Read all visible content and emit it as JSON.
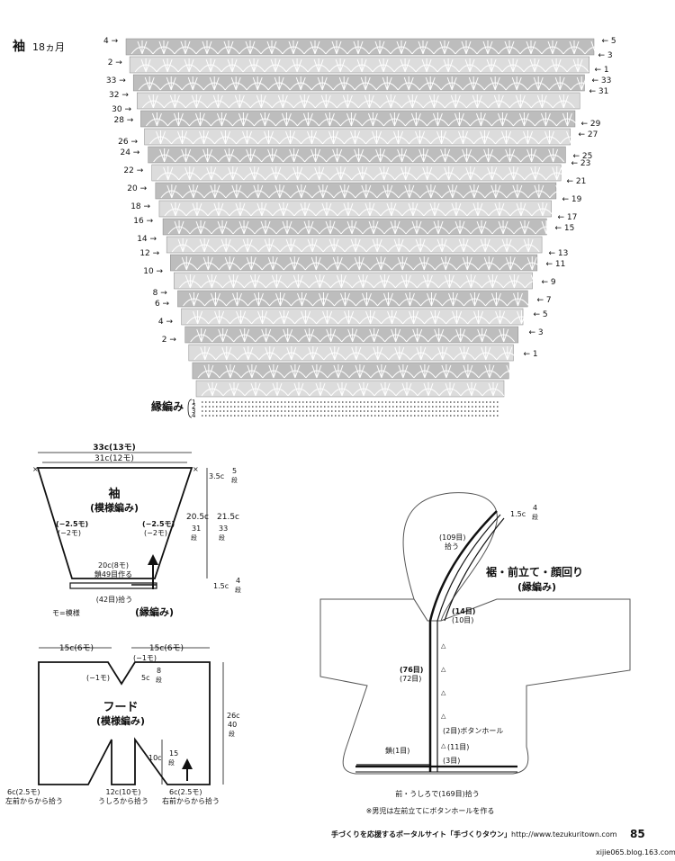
{
  "chart": {
    "title": "袖",
    "size": "18ヵ月",
    "border_label": "縁編み",
    "border_rows": [
      "1",
      "2",
      "3",
      "4"
    ],
    "rows": [
      {
        "n": "5",
        "side": "right",
        "yf": 0.0
      },
      {
        "n": "4",
        "side": "left",
        "yf": 0.0
      },
      {
        "n": "3",
        "side": "right",
        "yf": 0.04
      },
      {
        "n": "2",
        "side": "left",
        "yf": 0.06
      },
      {
        "n": "1",
        "side": "right",
        "yf": 0.08
      },
      {
        "n": "33",
        "side": "left",
        "yf": 0.11
      },
      {
        "n": "33",
        "side": "right",
        "yf": 0.11
      },
      {
        "n": "32",
        "side": "left",
        "yf": 0.15
      },
      {
        "n": "31",
        "side": "right",
        "yf": 0.14
      },
      {
        "n": "30",
        "side": "left",
        "yf": 0.19
      },
      {
        "n": "29",
        "side": "right",
        "yf": 0.23
      },
      {
        "n": "28",
        "side": "left",
        "yf": 0.22
      },
      {
        "n": "27",
        "side": "right",
        "yf": 0.26
      },
      {
        "n": "26",
        "side": "left",
        "yf": 0.28
      },
      {
        "n": "25",
        "side": "right",
        "yf": 0.32
      },
      {
        "n": "24",
        "side": "left",
        "yf": 0.31
      },
      {
        "n": "23",
        "side": "right",
        "yf": 0.34
      },
      {
        "n": "22",
        "side": "left",
        "yf": 0.36
      },
      {
        "n": "21",
        "side": "right",
        "yf": 0.39
      },
      {
        "n": "20",
        "side": "left",
        "yf": 0.41
      },
      {
        "n": "19",
        "side": "right",
        "yf": 0.44
      },
      {
        "n": "18",
        "side": "left",
        "yf": 0.46
      },
      {
        "n": "17",
        "side": "right",
        "yf": 0.49
      },
      {
        "n": "16",
        "side": "left",
        "yf": 0.5
      },
      {
        "n": "15",
        "side": "right",
        "yf": 0.52
      },
      {
        "n": "14",
        "side": "left",
        "yf": 0.55
      },
      {
        "n": "13",
        "side": "right",
        "yf": 0.59
      },
      {
        "n": "12",
        "side": "left",
        "yf": 0.59
      },
      {
        "n": "11",
        "side": "right",
        "yf": 0.62
      },
      {
        "n": "10",
        "side": "left",
        "yf": 0.64
      },
      {
        "n": "9",
        "side": "right",
        "yf": 0.67
      },
      {
        "n": "8",
        "side": "left",
        "yf": 0.7
      },
      {
        "n": "7",
        "side": "right",
        "yf": 0.72
      },
      {
        "n": "6",
        "side": "left",
        "yf": 0.73
      },
      {
        "n": "5",
        "side": "right",
        "yf": 0.76
      },
      {
        "n": "4",
        "side": "left",
        "yf": 0.78
      },
      {
        "n": "3",
        "side": "right",
        "yf": 0.81
      },
      {
        "n": "2",
        "side": "left",
        "yf": 0.83
      },
      {
        "n": "1",
        "side": "right",
        "yf": 0.87
      }
    ]
  },
  "sleeve": {
    "title": "袖",
    "pattern": "(模様編み)",
    "top_outer": "33c(13モ)",
    "top_inner": "31c(12モ)",
    "dim_35": "3.5c",
    "rows_5": "5",
    "dan": "段",
    "dim_205": "20.5c",
    "dim_215": "21.5c",
    "rows_31": "31",
    "rows_33": "33",
    "dec_left_1": "(−2.5モ)",
    "dec_left_2": "(−2モ)",
    "dec_right_1": "(−2.5モ)",
    "dec_right_2": "(−2モ)",
    "bottom_width": "20c(8モ)",
    "chain": "鎖49目作る",
    "dim_15": "1.5c",
    "rows_4": "4",
    "pickup": "(42目)拾う",
    "legend": "モ=模様",
    "border": "(縁編み)"
  },
  "hood": {
    "title": "フード",
    "pattern": "(模様編み)",
    "top_left": "15c(6モ)",
    "top_right": "15c(6モ)",
    "notch_left": "(−1モ)",
    "notch_top": "(−1モ)",
    "dim_5": "5c",
    "rows_8": "8",
    "dan": "段",
    "dim_26": "26c",
    "rows_40": "40",
    "dim_10": "10c",
    "rows_15": "15",
    "bottom_left": "6c(2.5モ)",
    "bottom_left_note": "左前からから拾う",
    "bottom_mid": "12c(10モ)",
    "bottom_mid_note": "うしろから拾う",
    "bottom_right": "6c(2.5モ)",
    "bottom_right_note": "右前からから拾う"
  },
  "body": {
    "dim_15c": "1.5c",
    "rows_4": "4",
    "dan": "段",
    "pick_109": "(109目)",
    "pick_label": "拾う",
    "title": "裾・前立て・顔回り",
    "subtitle": "(縁編み)",
    "stitch_14": "(14目)",
    "stitch_10": "(10目)",
    "stitch_76": "(76目)",
    "stitch_72": "(72目)",
    "buttonhole": "(2目)ボタンホール",
    "chain_1": "鎖(1目)",
    "stitch_11": "(11目)",
    "stitch_3": "(3目)",
    "bottom_pick": "前・うしろで(169目)拾う",
    "note": "※男児は左前立てにボタンホールを作る"
  },
  "footer": {
    "text": "手づくりを応援するポータルサイト「手づくりタウン」",
    "url": "http://www.tezukuritown.com",
    "page": "85",
    "watermark": "xijie065.blog.163.com"
  }
}
